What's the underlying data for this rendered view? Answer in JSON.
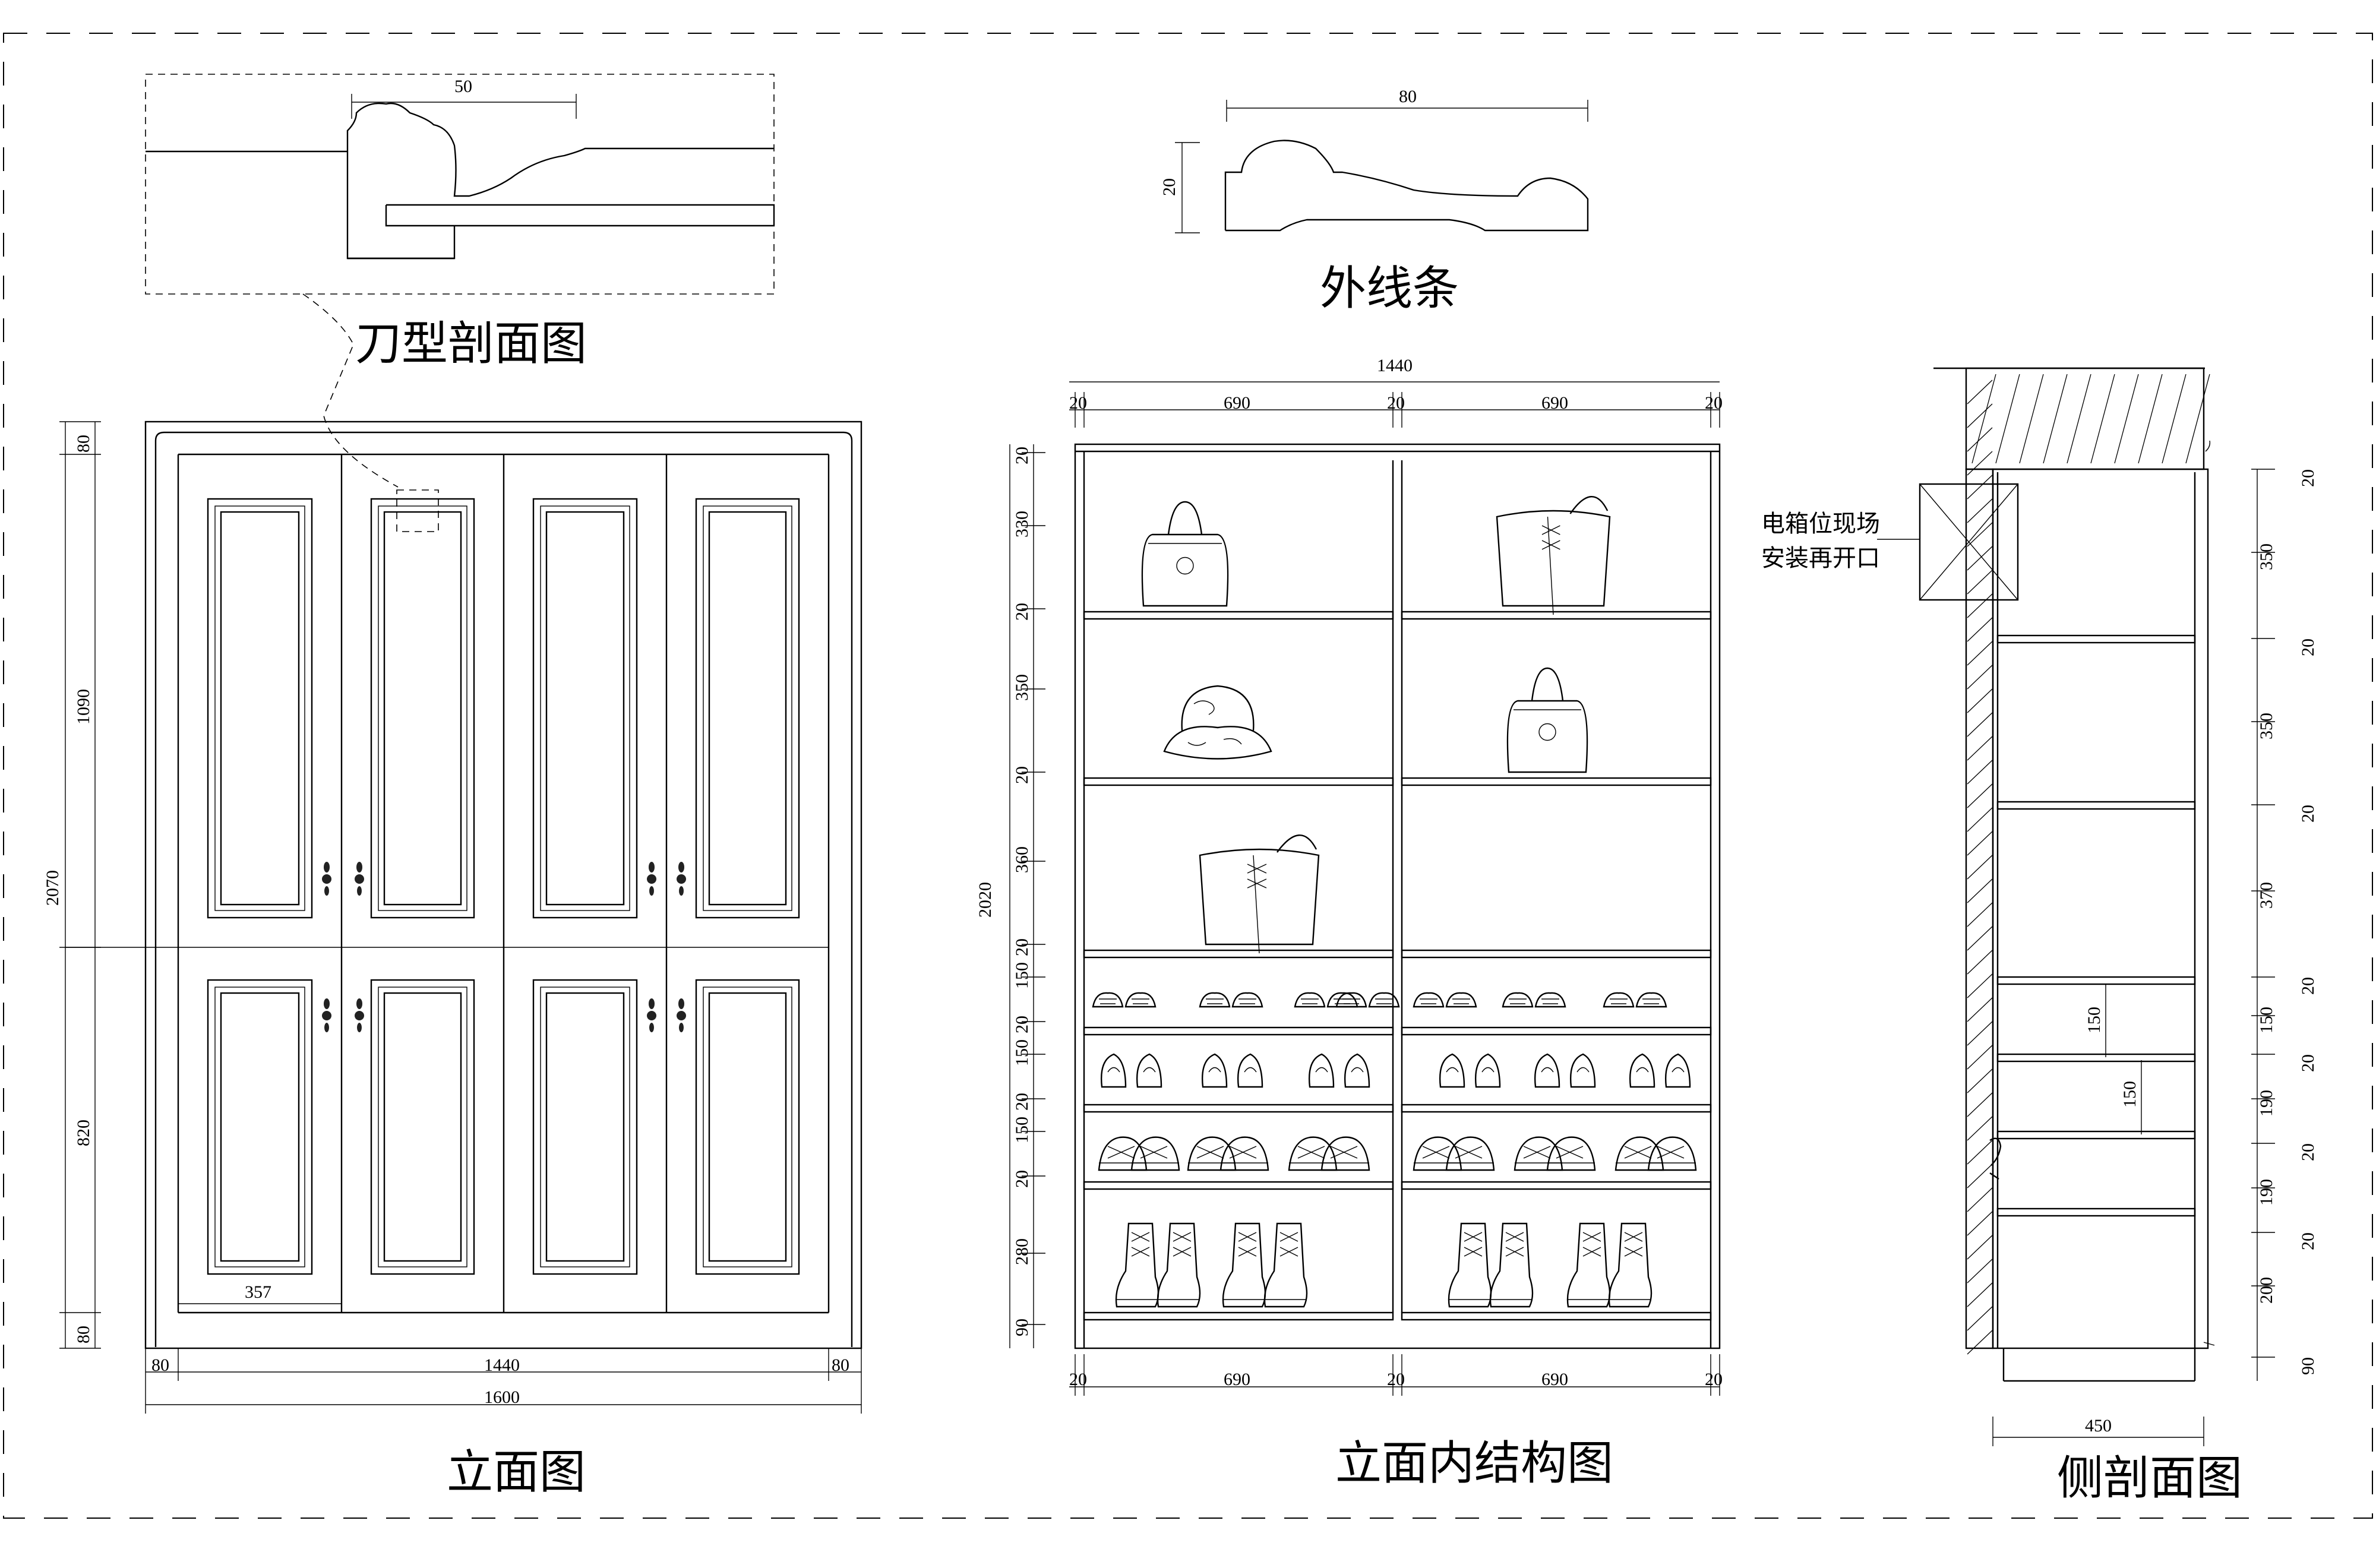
{
  "titles": {
    "knife_section": "刀型剖面图",
    "outer_molding": "外线条",
    "elevation": "立面图",
    "inner_structure": "立面内结构图",
    "side_section": "侧剖面图"
  },
  "note": {
    "line1": "电箱位现场",
    "line2": "安装再开口"
  },
  "knife_section": {
    "width": "50"
  },
  "molding": {
    "width": "80",
    "height": "20"
  },
  "elevation": {
    "left_heights": [
      "80",
      "1090",
      "820",
      "80"
    ],
    "total_height": "2070",
    "door_width": "357",
    "bottom_widths": [
      "80",
      "1440",
      "80"
    ],
    "total_width": "1600"
  },
  "inner": {
    "top_widths": [
      "20",
      "690",
      "20",
      "690",
      "20"
    ],
    "total_width": "1440",
    "left_heights": [
      "20",
      "330",
      "20",
      "350",
      "20",
      "360",
      "20",
      "150",
      "20",
      "150",
      "20",
      "150",
      "20",
      "280",
      "90"
    ],
    "total_height": "2020",
    "bottom_widths": [
      "20",
      "690",
      "20",
      "690",
      "20"
    ]
  },
  "side": {
    "right_heights": [
      "20",
      "350",
      "20",
      "350",
      "20",
      "370",
      "20",
      "150",
      "20",
      "190",
      "20",
      "190",
      "20",
      "200",
      "90"
    ],
    "inner_heights": [
      "150",
      "150"
    ],
    "depth": "450"
  },
  "icons": [
    "handbag-icon",
    "bucket-hat-icon",
    "shoe-icon",
    "boot-icon",
    "door-handle-icon"
  ]
}
